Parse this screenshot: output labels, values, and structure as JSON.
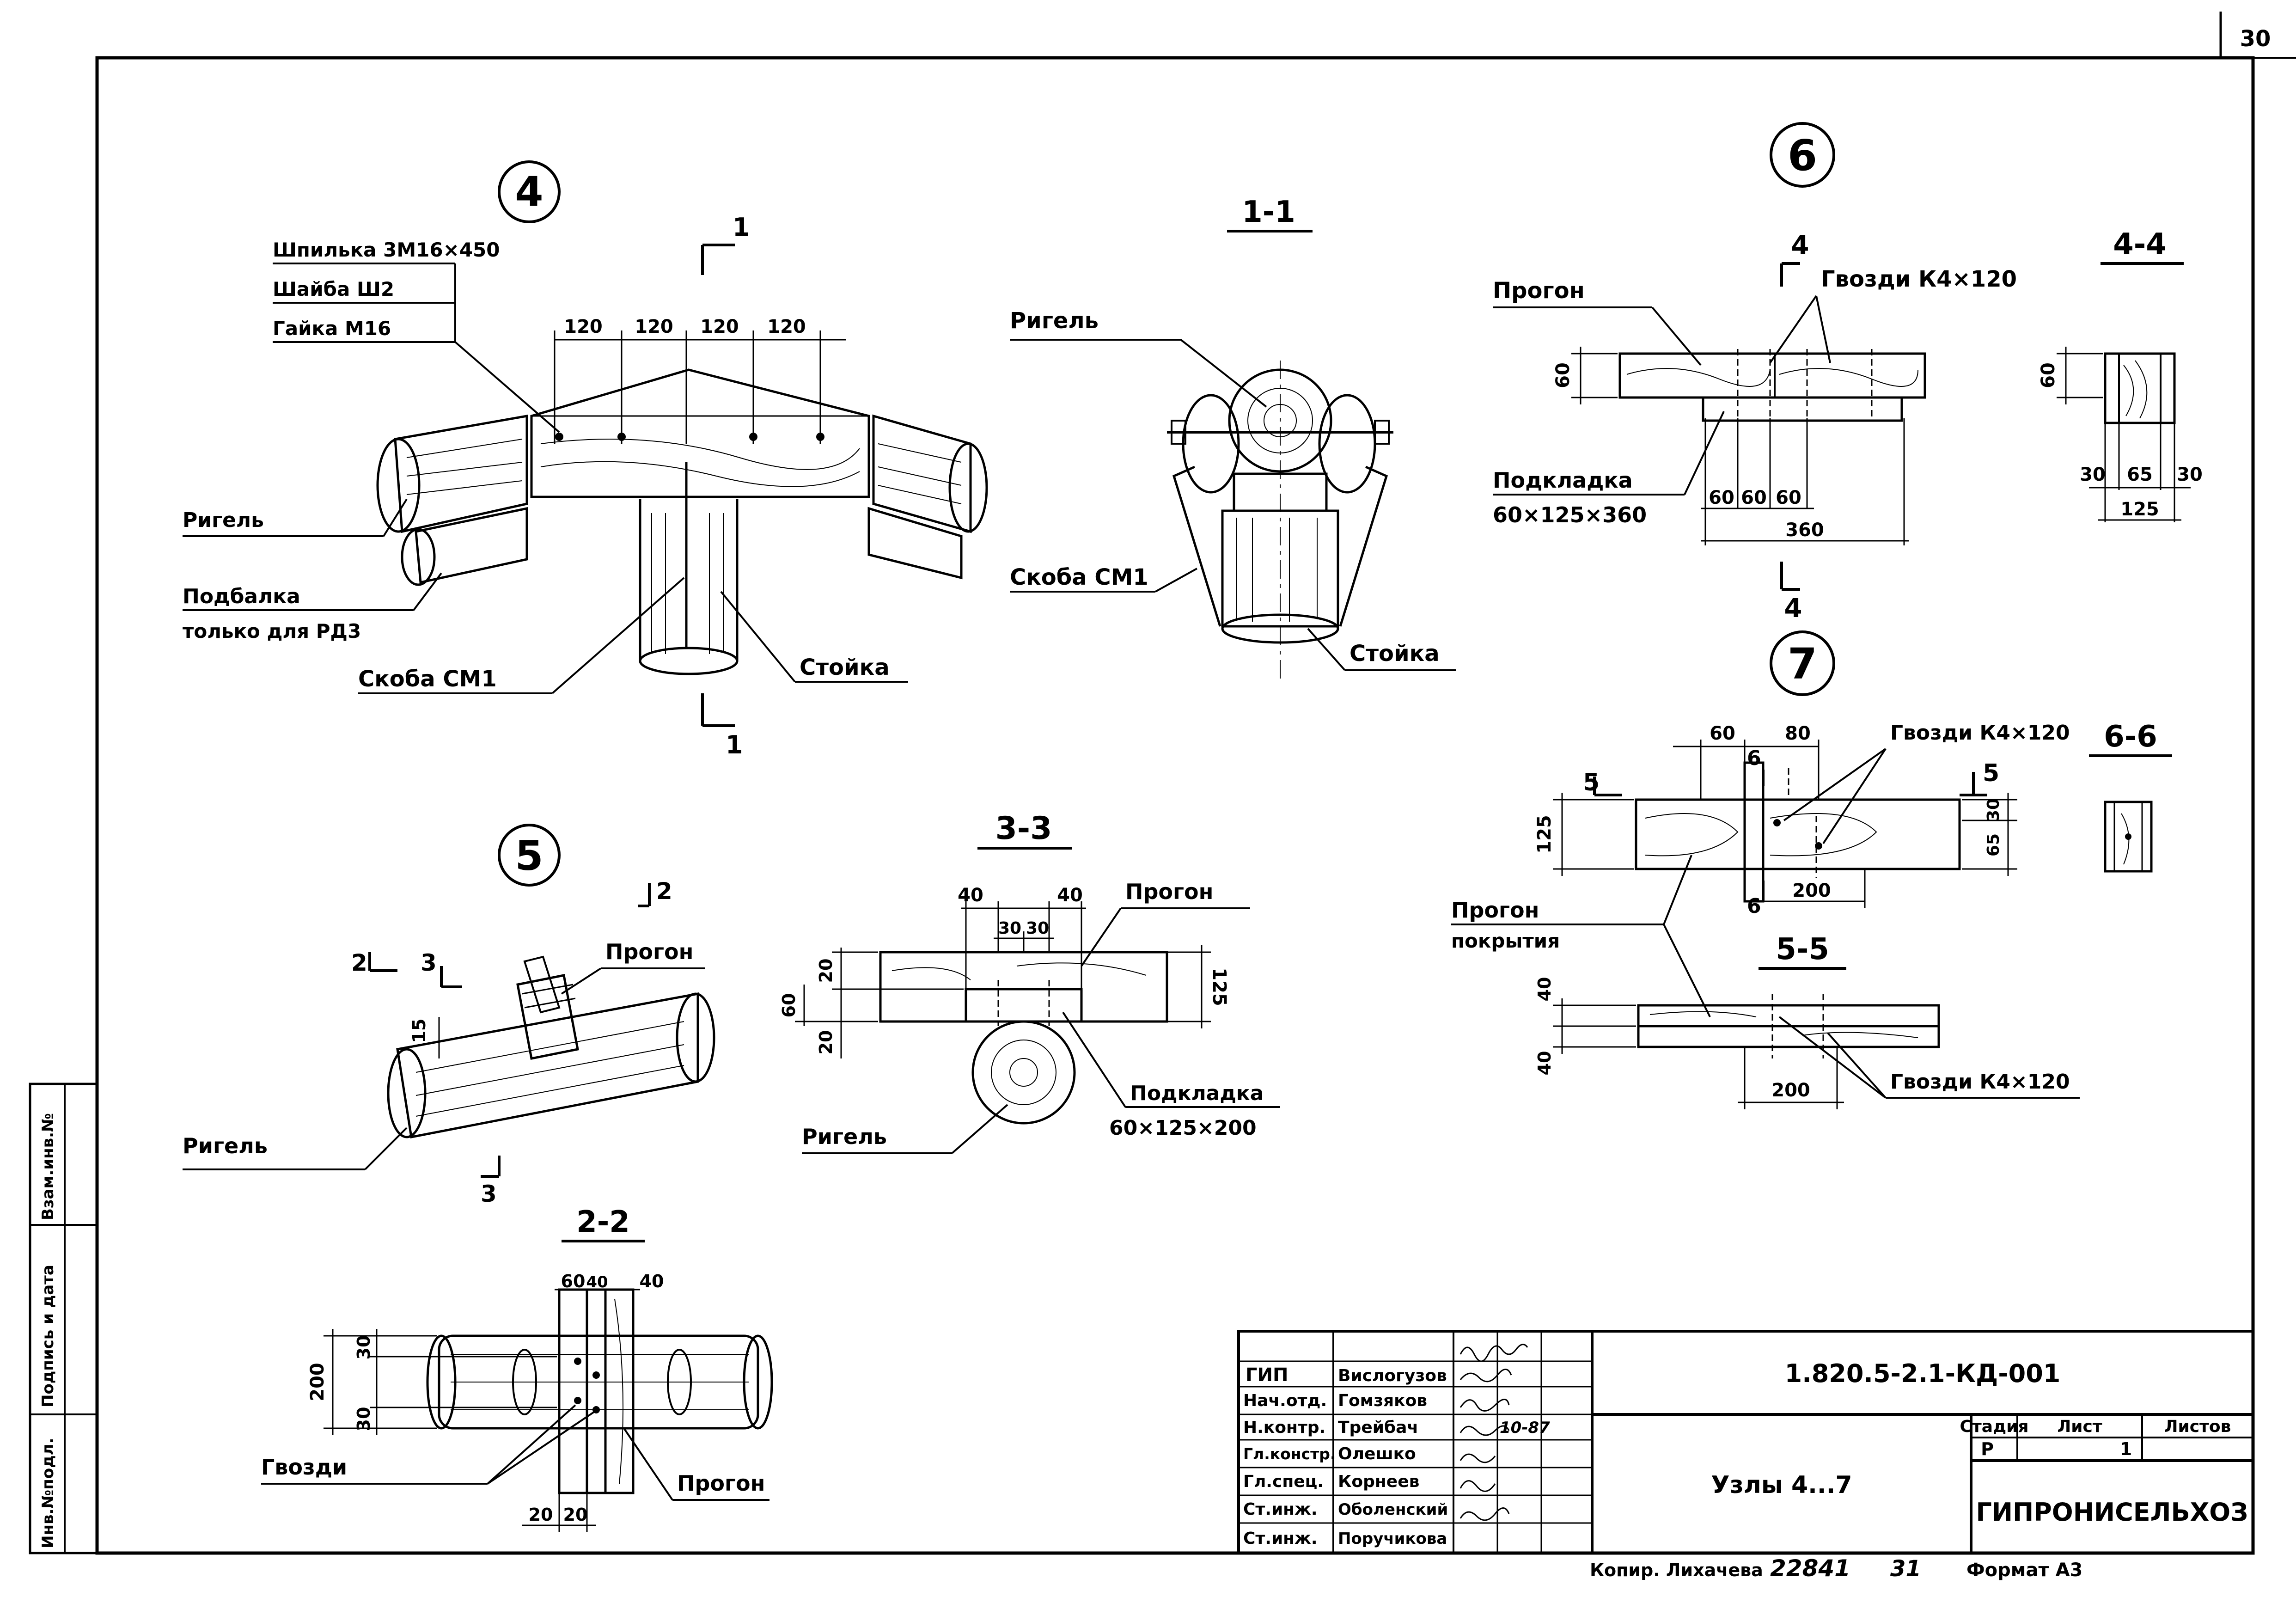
{
  "sheet": {
    "page_number": "30"
  },
  "side_stamp": {
    "inv_podl": "Инв.№подл.",
    "podpis_data": "Подпись и дата",
    "vzam_inv": "Взам.инв.№"
  },
  "node4": {
    "number": "4",
    "spec_lines": [
      "Шпилька 3М16×450",
      "Шайба Ш2",
      "Гайка М16"
    ],
    "dims": [
      "120",
      "120",
      "120",
      "120"
    ],
    "section_mark": "1",
    "labels": {
      "rigel": "Ригель",
      "podbalka_1": "Подбалка",
      "podbalka_2": "только для РД3",
      "skoba": "Скоба СМ1",
      "stoyka": "Стойка"
    }
  },
  "section_1_1": {
    "title": "1-1",
    "labels": {
      "rigel": "Ригель",
      "skoba": "Скоба СМ1",
      "stoyka": "Стойка"
    }
  },
  "node6": {
    "number": "6",
    "section_mark": "4",
    "labels": {
      "progon": "Прогон",
      "gvozdi": "Гвозди К4×120",
      "podkladka_1": "Подкладка",
      "podkladka_2": "60×125×360"
    },
    "dims": {
      "h": "60",
      "a": "60",
      "b": "60",
      "c": "60",
      "len": "360"
    }
  },
  "section_4_4": {
    "title": "4-4",
    "dims": {
      "h": "60",
      "l": "30",
      "m": "65",
      "r": "30",
      "w": "125"
    }
  },
  "node7": {
    "number": "7",
    "section_marks": {
      "s5": "5",
      "s6": "6"
    },
    "dims": {
      "a": "60",
      "b": "80",
      "h": "125",
      "r1": "65",
      "r2": "30",
      "len": "200"
    },
    "labels": {
      "gvozdi": "Гвозди К4×120",
      "progon_1": "Прогон",
      "progon_2": "покрытия"
    }
  },
  "section_6_6": {
    "title": "6-6"
  },
  "section_5_5": {
    "title": "5-5",
    "dims": {
      "t1": "40",
      "t2": "40",
      "len": "200"
    },
    "labels": {
      "gvozdi": "Гвозди К4×120"
    }
  },
  "node5": {
    "number": "5",
    "marks": {
      "m2": "2",
      "m3": "3",
      "m12": "2"
    },
    "dims": {
      "d15": "15"
    },
    "labels": {
      "progon": "Прогон",
      "rigel": "Ригель"
    }
  },
  "section_3_3": {
    "title": "3-3",
    "dims": {
      "d40a": "40",
      "d40b": "40",
      "d30a": "30",
      "d30b": "30",
      "d20a": "20",
      "d60": "60",
      "d20b": "20",
      "d125": "125"
    },
    "labels": {
      "progon": "Прогон",
      "podkladka_1": "Подкладка",
      "podkladka_2": "60×125×200",
      "rigel": "Ригель"
    }
  },
  "section_2_2": {
    "title": "2-2",
    "dims": {
      "d60": "60",
      "d40a": "40",
      "d40b": "40",
      "d200": "200",
      "d30a": "30",
      "d30b": "30",
      "d20a": "20",
      "d20b": "20"
    },
    "labels": {
      "gvozdi": "Гвозди",
      "progon": "Прогон"
    }
  },
  "title_block": {
    "doc_code": "1.820.5-2.1-КД-001",
    "title": "Узлы 4...7",
    "org": "ГИПРОНИСЕЛЬХОЗ",
    "stage_header": "Стадия",
    "sheet_header": "Лист",
    "sheets_header": "Листов",
    "stage": "Р",
    "sheet": "1",
    "sheets": "",
    "date": "10-87",
    "people": [
      {
        "role": "ГИП",
        "name": "Вислогузов"
      },
      {
        "role": "Нач.отд.",
        "name": "Гомзяков"
      },
      {
        "role": "Н.контр.",
        "name": "Трейбач"
      },
      {
        "role": "Гл.констр.",
        "name": "Олешко"
      },
      {
        "role": "Гл.спец.",
        "name": "Корнеев"
      },
      {
        "role": "Ст.инж.",
        "name": "Оболенский"
      },
      {
        "role": "Ст.инж.",
        "name": "Поручикова"
      }
    ]
  },
  "footer": {
    "kopir": "Копир. Лихачева",
    "number": "22841",
    "num2": "31",
    "format": "Формат А3"
  }
}
